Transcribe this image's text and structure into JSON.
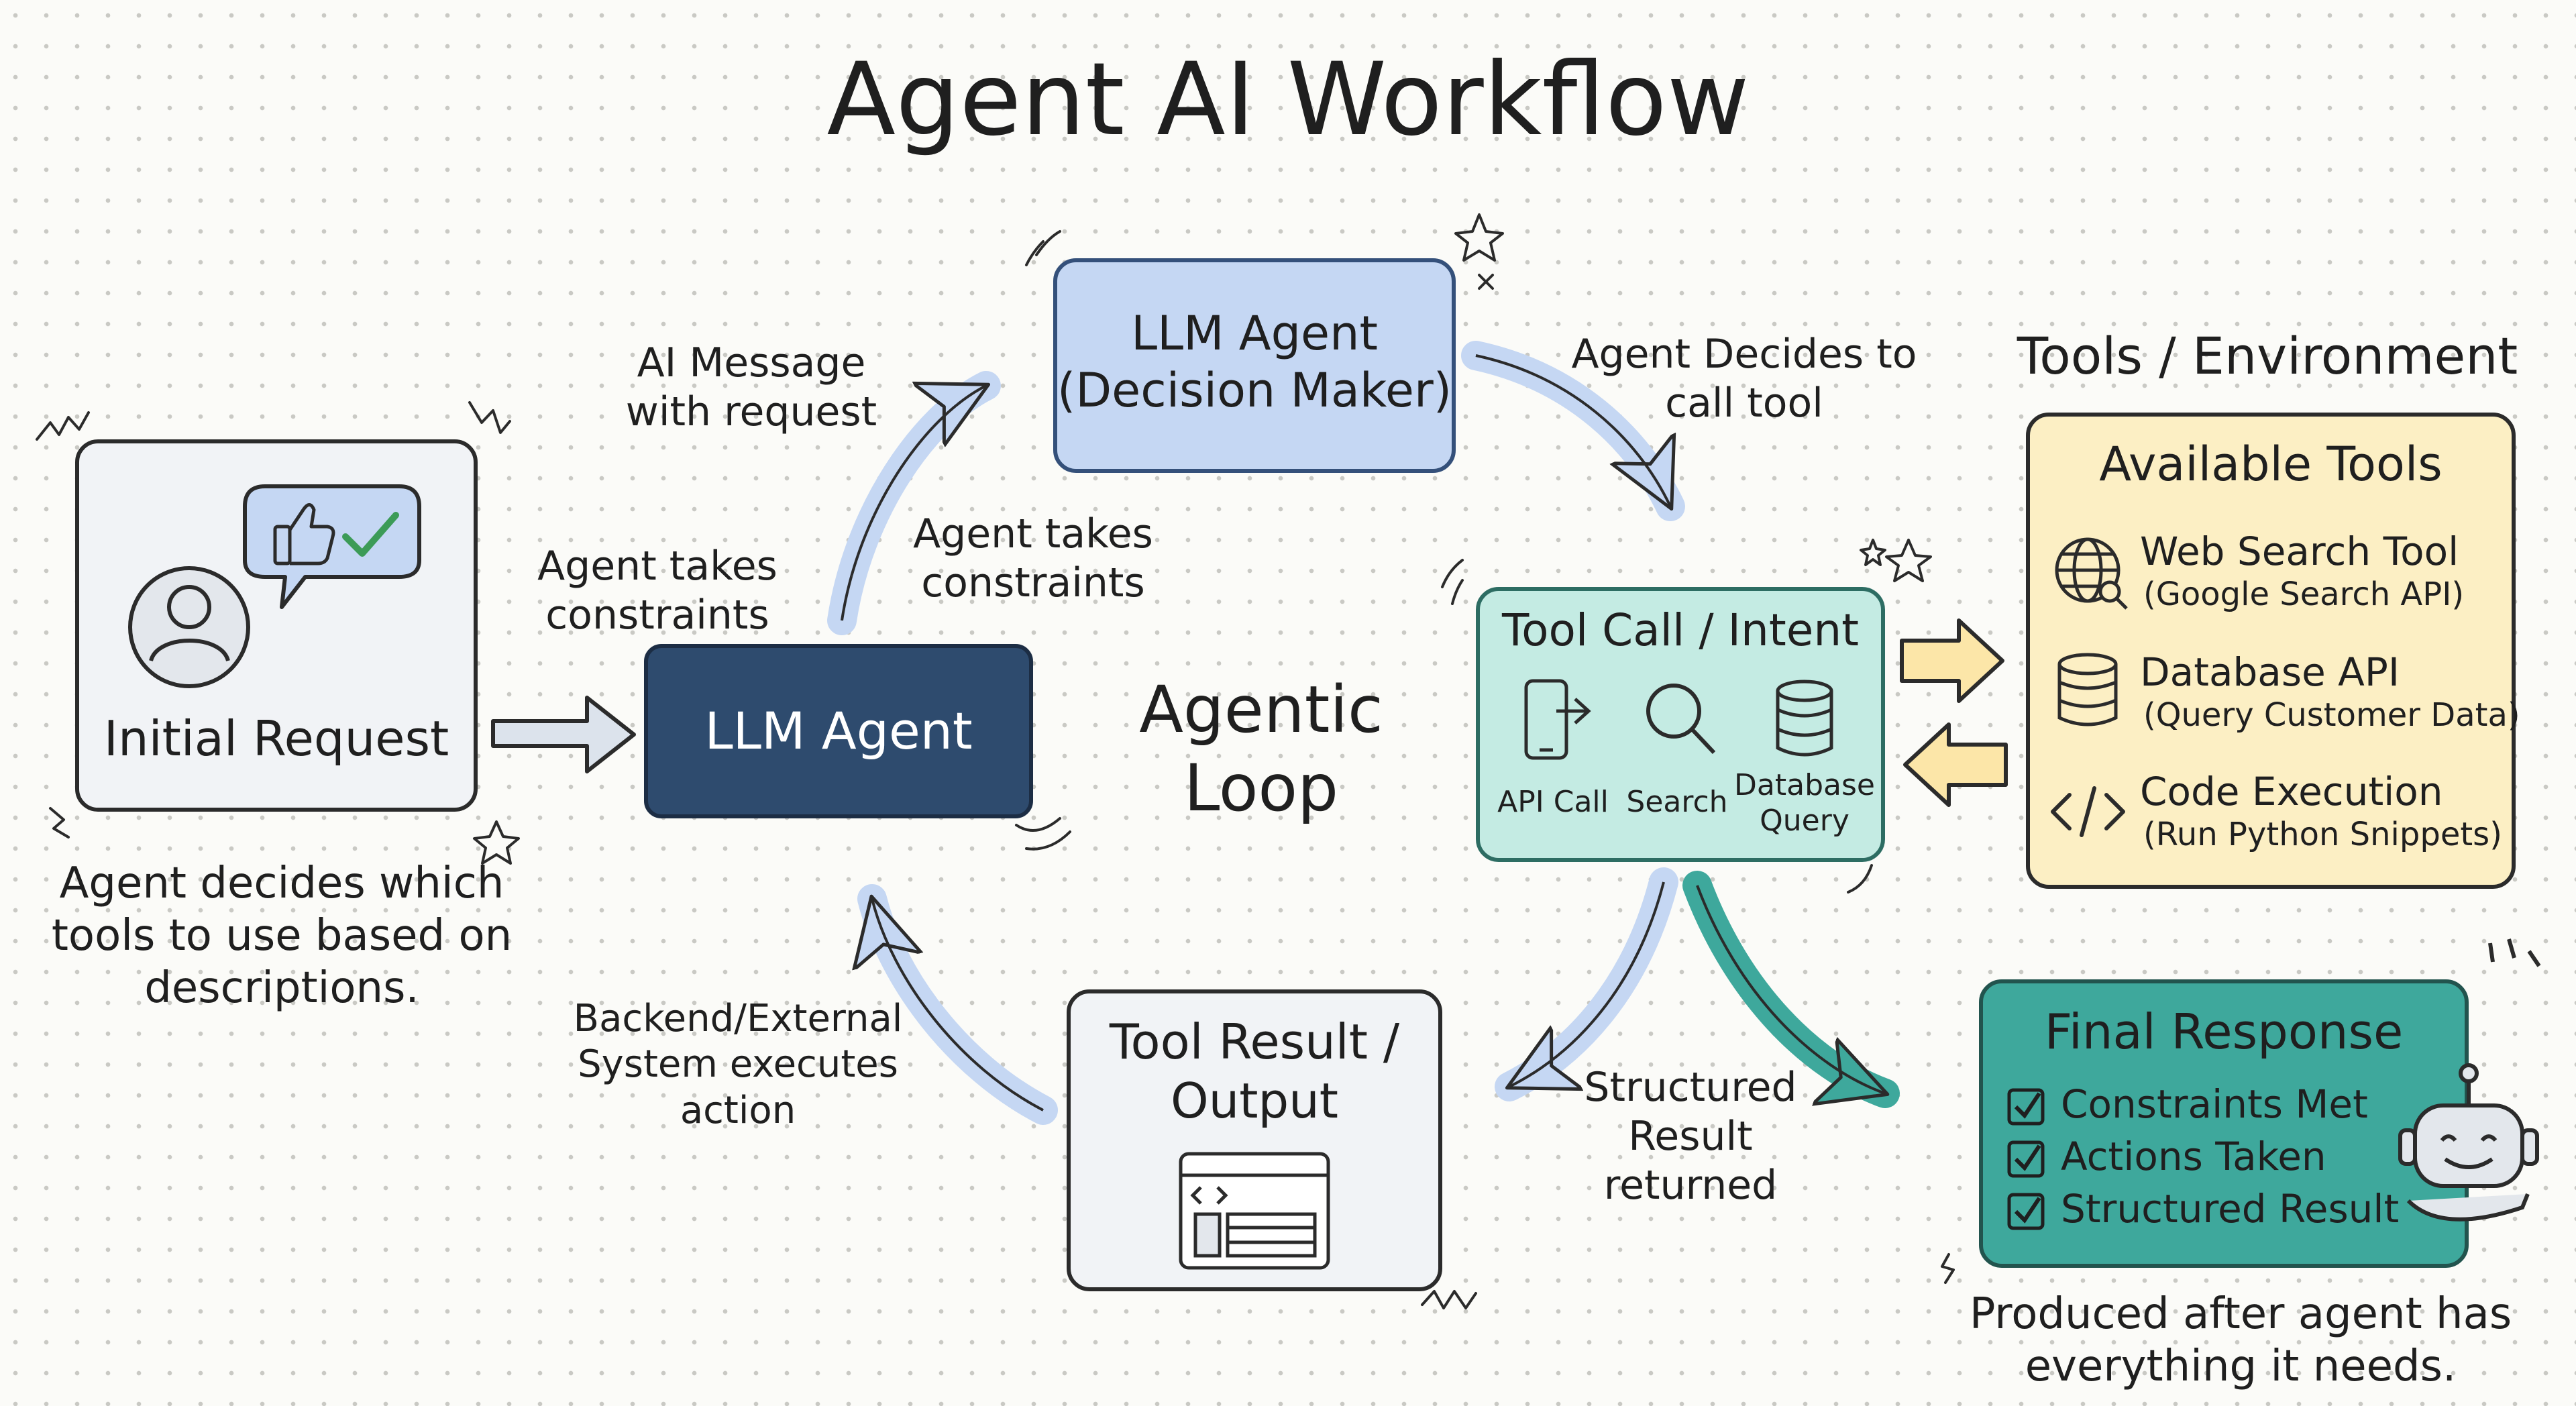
{
  "title": "Agent AI Workflow",
  "initial_request": {
    "title": "Initial Request",
    "note": "Agent decides which tools to use based on descriptions."
  },
  "llm_agent": {
    "title": "LLM Agent"
  },
  "decision_maker": {
    "title_line1": "LLM Agent",
    "title_line2": "(Decision Maker)"
  },
  "loop": {
    "line1": "Agentic",
    "line2": "Loop"
  },
  "labels": {
    "constraints_left": "Agent takes constraints",
    "ai_message": "AI Message with request",
    "constraints_mid": "Agent takes constraints",
    "decides": "Agent Decides to call tool",
    "backend": "Backend/External System executes action",
    "structured": "Structured Result returned"
  },
  "tool_call": {
    "title": "Tool Call / Intent",
    "items": [
      {
        "label": "API Call",
        "icon": "phone-export-icon"
      },
      {
        "label": "Search",
        "icon": "magnifier-icon"
      },
      {
        "label": "Database Query",
        "icon": "database-icon"
      }
    ]
  },
  "environment": {
    "heading": "Tools / Environment",
    "box_title": "Available Tools",
    "tools": [
      {
        "name": "Web Search Tool",
        "detail": "(Google Search API)",
        "icon": "globe-icon"
      },
      {
        "name": "Database API",
        "detail": "(Query Customer Data)",
        "icon": "database-icon"
      },
      {
        "name": "Code Execution",
        "detail": "(Run Python Snippets)",
        "icon": "code-icon"
      }
    ]
  },
  "tool_result": {
    "title": "Tool Result / Output"
  },
  "final_response": {
    "title": "Final Response",
    "checks": [
      "Constraints Met",
      "Actions Taken",
      "Structured Result"
    ],
    "note": "Produced after agent has everything it needs."
  },
  "colors": {
    "llm_dark": "#2e4b6e",
    "decision_blue": "#c5d7f3",
    "tool_call_mint": "#c4ebe3",
    "tools_yellow": "#fcefc4",
    "final_teal": "#3ea89c",
    "arrow_blue": "#c5d7f3",
    "arrow_teal": "#3ea89c",
    "arrow_yellow": "#fce6a8"
  }
}
